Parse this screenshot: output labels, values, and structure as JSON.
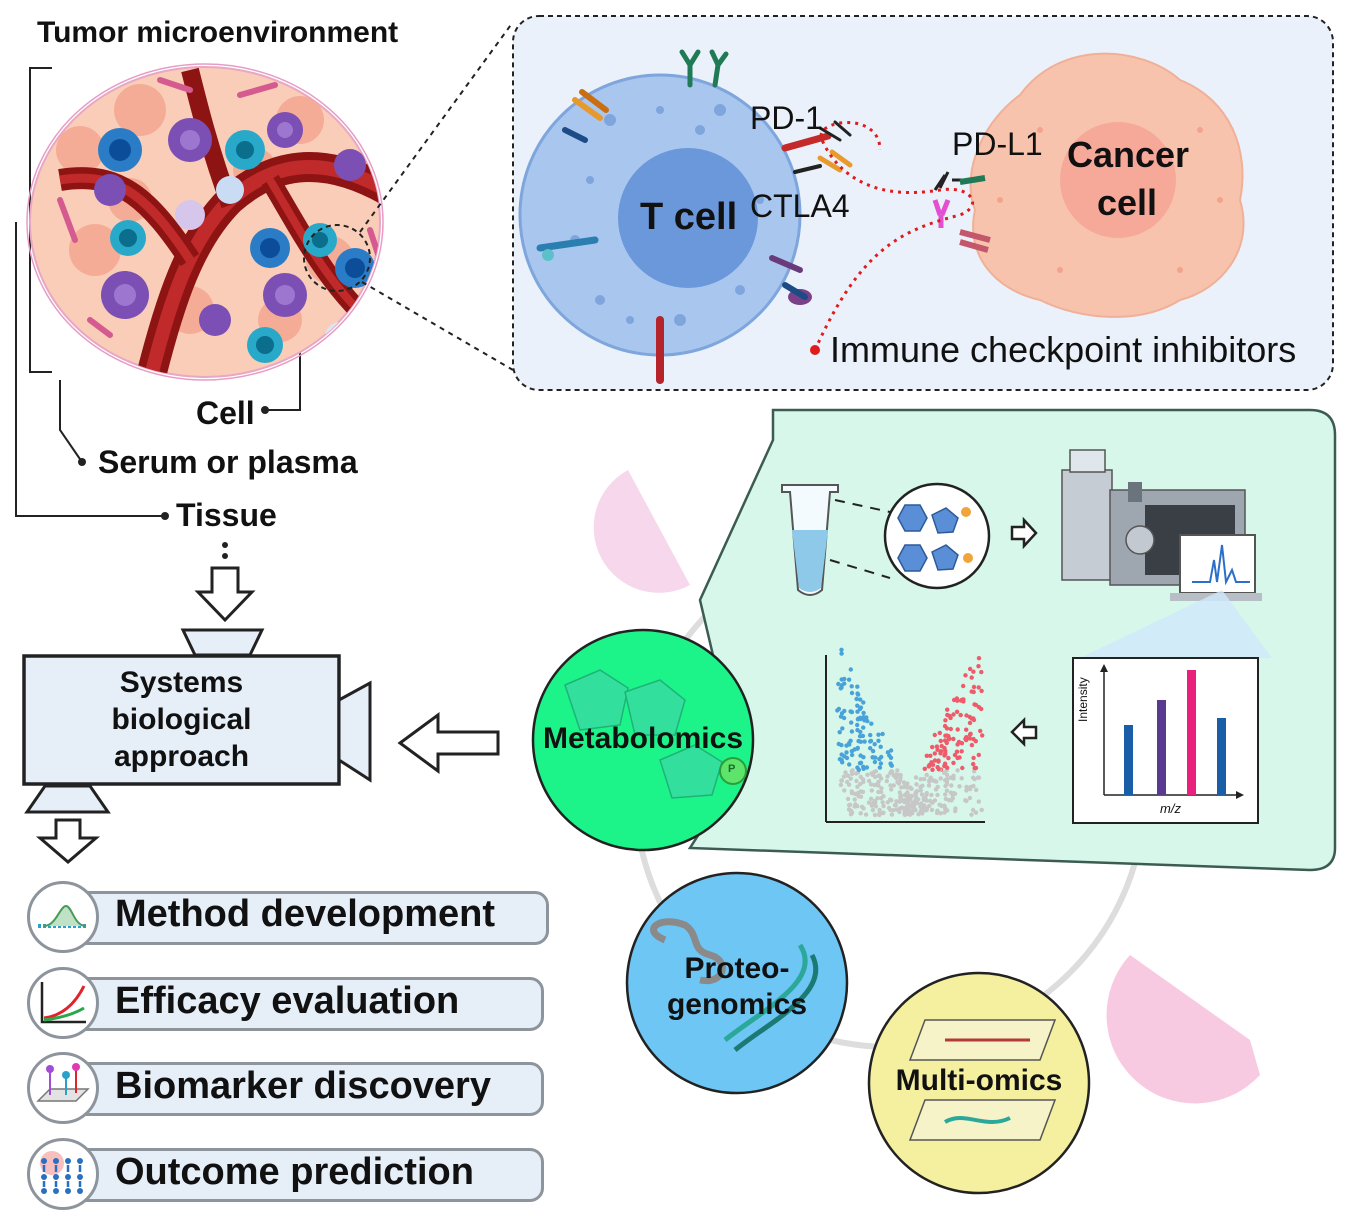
{
  "tme": {
    "title": "Tumor microenvironment",
    "sources": {
      "cell": "Cell",
      "serum": "Serum or plasma",
      "tissue": "Tissue"
    }
  },
  "checkpoint": {
    "t_cell": "T cell",
    "pd1": "PD-1",
    "ctla4": "CTLA4",
    "pdl1": "PD-L1",
    "cancer_line1": "Cancer",
    "cancer_line2": "cell",
    "inhibitors": "Immune checkpoint inhibitors"
  },
  "approach": {
    "line1": "Systems",
    "line2": "biological",
    "line3": "approach"
  },
  "omics": {
    "metabolomics": "Metabolomics",
    "proteo_line1": "Proteo-",
    "proteo_line2": "genomics",
    "multi": "Multi-omics",
    "phospho_letter": "P"
  },
  "spectrum": {
    "ylabel": "Intensity",
    "xlabel": "m/z"
  },
  "outcomes": [
    {
      "label": "Method development",
      "icon": "chromatography-icon"
    },
    {
      "label": "Efficacy evaluation",
      "icon": "curve-chart-icon"
    },
    {
      "label": "Biomarker discovery",
      "icon": "biomarker-pins-icon"
    },
    {
      "label": "Outcome prediction",
      "icon": "people-cohort-icon"
    }
  ],
  "colors": {
    "tcell": "#a9c6ee",
    "tcell_nucleus": "#6a98da",
    "cancer": "#f8c3ad",
    "metabolomics": "#1cf48a",
    "proteogenomics": "#6ec6f5",
    "multiomics": "#f5f0a0",
    "workflow_bg": "#d6f7ea",
    "checkpoint_bg": "#eaf1fa",
    "inhibitor_line": "#e01b1b"
  }
}
